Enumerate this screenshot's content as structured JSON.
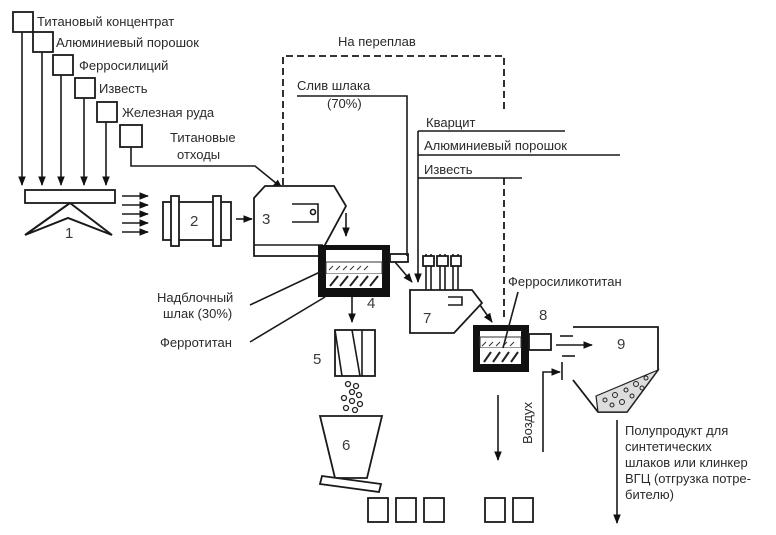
{
  "diagram": {
    "title": "",
    "inputs": [
      "Титановый концентрат",
      "Алюминиевый порошок",
      "Ферросилиций",
      "Известь",
      "Железная руда"
    ],
    "titanium_waste": [
      "Титановые",
      "отходы"
    ],
    "remelt": "На переплав",
    "slag_drain": "Слив шлака",
    "slag_drain_pct": "(70%)",
    "additives": [
      "Кварцит",
      "Алюминиевый порошок",
      "Известь"
    ],
    "block_slag": [
      "Надблочный",
      "шлак (30%)"
    ],
    "ferrotitanium": "Ферротитан",
    "ferrosilicotitanium": "Ферросиликотитан",
    "air": "Воздух",
    "output": [
      "Полупродукт для",
      "синтетических",
      "шлаков или клинкер",
      "ВГЦ (отгрузка потре-",
      "бителю)"
    ],
    "units": [
      "1",
      "2",
      "3",
      "4",
      "5",
      "6",
      "7",
      "8",
      "9"
    ]
  }
}
